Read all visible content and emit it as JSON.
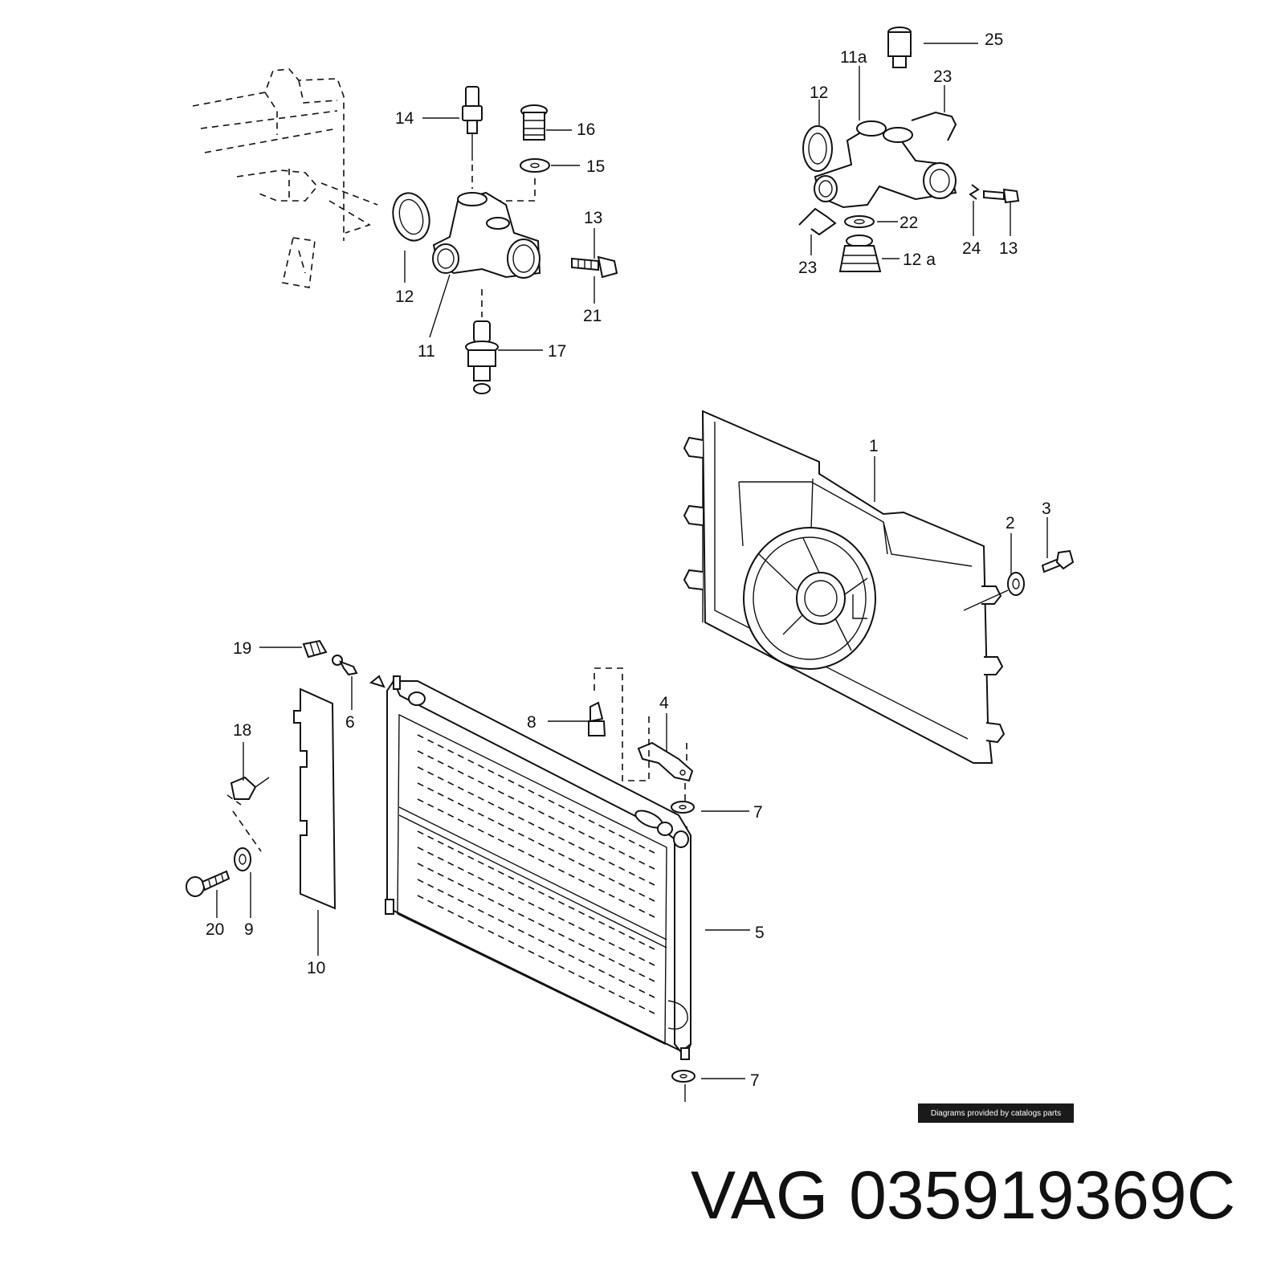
{
  "diagram": {
    "credit": "Diagrams provided by catalogs parts",
    "brand": "VAG",
    "part_number": "035919369C",
    "callouts": {
      "c25": "25",
      "c11a": "11a",
      "c12top": "12",
      "c23top": "23",
      "c22": "22",
      "c12a": "12 a",
      "c23bot": "23",
      "c24": "24",
      "c13right": "13",
      "c14": "14",
      "c16": "16",
      "c15": "15",
      "c13": "13",
      "c21": "21",
      "c12": "12",
      "c11": "11",
      "c17": "17",
      "c1": "1",
      "c2": "2",
      "c3": "3",
      "c19": "19",
      "c6": "6",
      "c8": "8",
      "c4": "4",
      "c7top": "7",
      "c7bot": "7",
      "c5": "5",
      "c18": "18",
      "c20": "20",
      "c9": "9",
      "c10": "10"
    }
  }
}
